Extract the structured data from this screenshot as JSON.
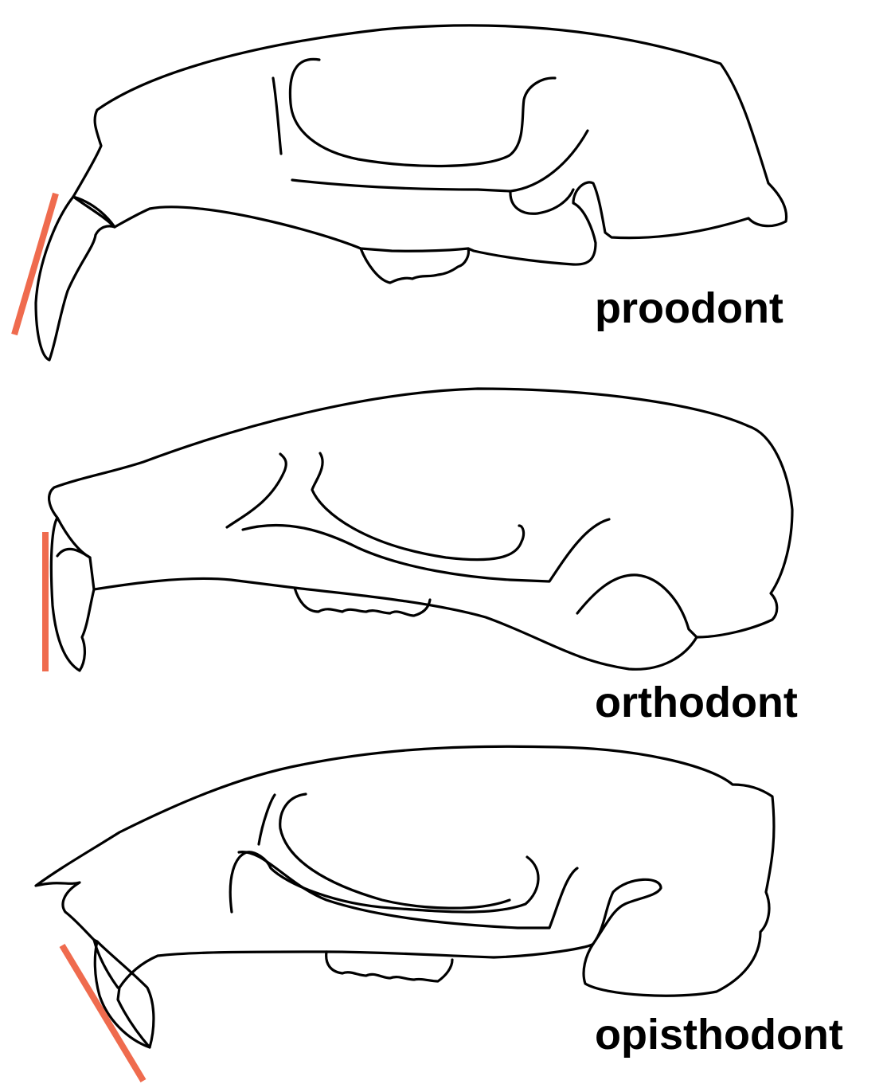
{
  "colors": {
    "outline": "#000000",
    "incisor_angle_line": "#ef6b4e",
    "background": "#ffffff"
  },
  "skulls": [
    {
      "label": "proodont"
    },
    {
      "label": "orthodont"
    },
    {
      "label": "opisthodont"
    }
  ]
}
